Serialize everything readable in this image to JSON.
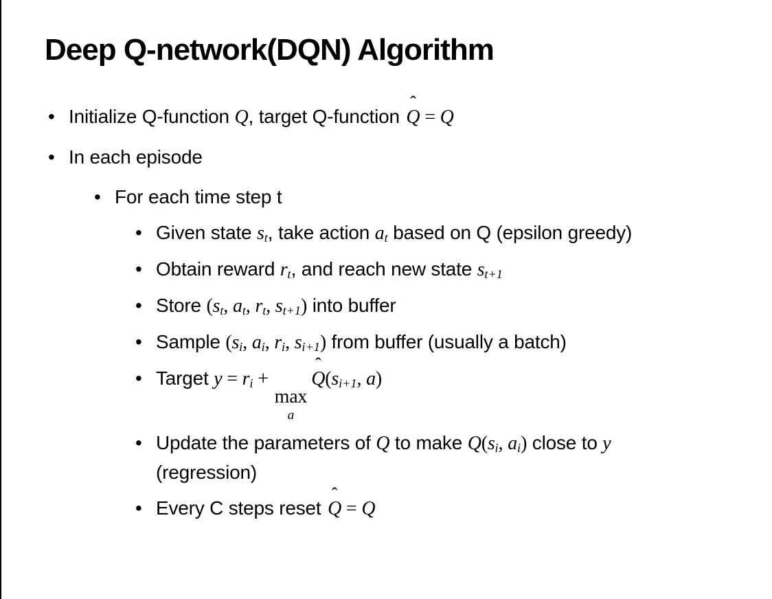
{
  "slide": {
    "title": "Deep Q-network(DQN) Algorithm",
    "bullet_char": "•",
    "hat_char": "ˆ",
    "bullets": [
      {
        "level": 1,
        "segments": [
          {
            "t": "t",
            "v": "Initialize Q-function "
          },
          {
            "t": "i",
            "v": "Q"
          },
          {
            "t": "t",
            "v": ", target Q-function "
          },
          {
            "t": "hat",
            "v": "Q"
          },
          {
            "t": "o",
            "v": " = "
          },
          {
            "t": "i",
            "v": "Q"
          }
        ]
      },
      {
        "level": 1,
        "segments": [
          {
            "t": "t",
            "v": "In each episode"
          }
        ]
      },
      {
        "level": 2,
        "segments": [
          {
            "t": "t",
            "v": "For each time step t"
          }
        ]
      },
      {
        "level": 3,
        "segments": [
          {
            "t": "t",
            "v": "Given state "
          },
          {
            "t": "s",
            "b": "s",
            "sub": "t"
          },
          {
            "t": "t",
            "v": ", take action "
          },
          {
            "t": "s",
            "b": "a",
            "sub": "t"
          },
          {
            "t": "t",
            "v": " based on Q (epsilon greedy)"
          }
        ]
      },
      {
        "level": 3,
        "segments": [
          {
            "t": "t",
            "v": "Obtain reward "
          },
          {
            "t": "s",
            "b": "r",
            "sub": "t"
          },
          {
            "t": "t",
            "v": ", and reach new state "
          },
          {
            "t": "s",
            "b": "s",
            "sub": "t+1"
          }
        ]
      },
      {
        "level": 3,
        "segments": [
          {
            "t": "t",
            "v": "Store "
          },
          {
            "t": "o",
            "v": "("
          },
          {
            "t": "s",
            "b": "s",
            "sub": "t"
          },
          {
            "t": "o",
            "v": ", "
          },
          {
            "t": "s",
            "b": "a",
            "sub": "t"
          },
          {
            "t": "o",
            "v": ", "
          },
          {
            "t": "s",
            "b": "r",
            "sub": "t"
          },
          {
            "t": "o",
            "v": ", "
          },
          {
            "t": "s",
            "b": "s",
            "sub": "t+1"
          },
          {
            "t": "o",
            "v": ")"
          },
          {
            "t": "t",
            "v": " into buffer"
          }
        ]
      },
      {
        "level": 3,
        "segments": [
          {
            "t": "t",
            "v": "Sample "
          },
          {
            "t": "o",
            "v": "("
          },
          {
            "t": "s",
            "b": "s",
            "sub": "i"
          },
          {
            "t": "o",
            "v": ", "
          },
          {
            "t": "s",
            "b": "a",
            "sub": "i"
          },
          {
            "t": "o",
            "v": ", "
          },
          {
            "t": "s",
            "b": "r",
            "sub": "i"
          },
          {
            "t": "o",
            "v": ", "
          },
          {
            "t": "s",
            "b": "s",
            "sub": "i+1"
          },
          {
            "t": "o",
            "v": ")"
          },
          {
            "t": "t",
            "v": " from buffer (usually a batch)"
          }
        ]
      },
      {
        "level": 3,
        "segments": [
          {
            "t": "t",
            "v": "Target "
          },
          {
            "t": "i",
            "v": "y"
          },
          {
            "t": "o",
            "v": " = "
          },
          {
            "t": "s",
            "b": "r",
            "sub": "i"
          },
          {
            "t": "o",
            "v": " + "
          },
          {
            "t": "max",
            "top": "max",
            "under": "a"
          },
          {
            "t": "hat",
            "v": "Q"
          },
          {
            "t": "o",
            "v": "("
          },
          {
            "t": "s",
            "b": "s",
            "sub": "i+1"
          },
          {
            "t": "o",
            "v": ", "
          },
          {
            "t": "i",
            "v": "a"
          },
          {
            "t": "o",
            "v": ")"
          }
        ]
      },
      {
        "level": 3,
        "segments": [
          {
            "t": "t",
            "v": "Update the parameters of "
          },
          {
            "t": "i",
            "v": "Q"
          },
          {
            "t": "t",
            "v": " to make "
          },
          {
            "t": "i",
            "v": "Q"
          },
          {
            "t": "o",
            "v": "("
          },
          {
            "t": "s",
            "b": "s",
            "sub": "i"
          },
          {
            "t": "o",
            "v": ", "
          },
          {
            "t": "s",
            "b": "a",
            "sub": "i"
          },
          {
            "t": "o",
            "v": ")"
          },
          {
            "t": "t",
            "v": " close to "
          },
          {
            "t": "i",
            "v": "y"
          },
          {
            "t": "t",
            "v": " (regression)"
          }
        ]
      },
      {
        "level": 3,
        "segments": [
          {
            "t": "t",
            "v": "Every C steps reset "
          },
          {
            "t": "hat",
            "v": "Q"
          },
          {
            "t": "o",
            "v": " = "
          },
          {
            "t": "i",
            "v": "Q"
          }
        ]
      }
    ]
  },
  "colors": {
    "background": "#ffffff",
    "text": "#000000",
    "left_edge_line": "#000000"
  }
}
